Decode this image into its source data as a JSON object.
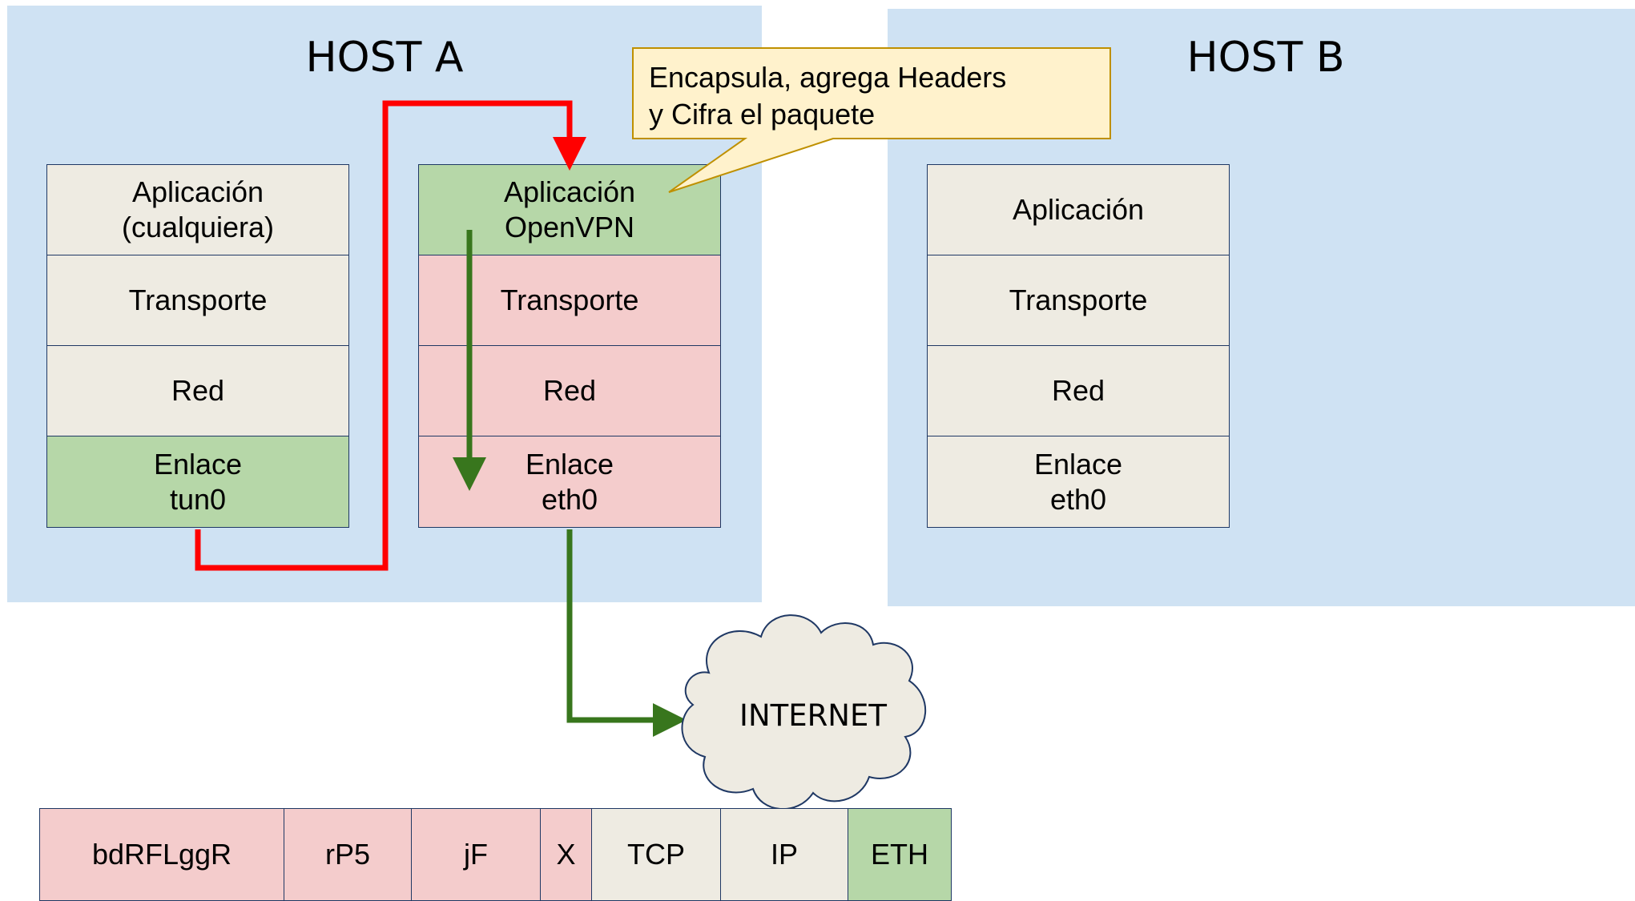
{
  "host_a": {
    "title": "HOST A",
    "stack_app": [
      {
        "label": "Aplicación\n(cualquiera)",
        "color": "#eeebe2"
      },
      {
        "label": "Transporte",
        "color": "#eeebe2"
      },
      {
        "label": "Red",
        "color": "#eeebe2"
      },
      {
        "label": "Enlace\ntun0",
        "color": "#b6d7a8"
      }
    ],
    "stack_vpn": [
      {
        "label": "Aplicación\nOpenVPN",
        "color": "#b6d7a8"
      },
      {
        "label": "Transporte",
        "color": "#f4cccc"
      },
      {
        "label": "Red",
        "color": "#f4cccc"
      },
      {
        "label": "Enlace\neth0",
        "color": "#f4cccc"
      }
    ]
  },
  "host_b": {
    "title": "HOST B",
    "stack": [
      {
        "label": "Aplicación",
        "color": "#eeebe2"
      },
      {
        "label": "Transporte",
        "color": "#eeebe2"
      },
      {
        "label": "Red",
        "color": "#eeebe2"
      },
      {
        "label": "Enlace\neth0",
        "color": "#eeebe2"
      }
    ]
  },
  "callout": {
    "line1": "Encapsula, agrega Headers",
    "line2": "y Cifra el paquete"
  },
  "cloud": {
    "label": "INTERNET"
  },
  "packet": [
    {
      "label": "bdRFLggR",
      "color": "#f4cccc"
    },
    {
      "label": "rP5",
      "color": "#f4cccc"
    },
    {
      "label": "jF",
      "color": "#f4cccc"
    },
    {
      "label": "X",
      "color": "#f4cccc"
    },
    {
      "label": "TCP",
      "color": "#eeebe2"
    },
    {
      "label": "IP",
      "color": "#eeebe2"
    },
    {
      "label": "ETH",
      "color": "#b6d7a8"
    }
  ],
  "colors": {
    "host_bg": "#cfe2f3",
    "red_path": "#ff0000",
    "green_path": "#38761d",
    "callout_fill": "#fff2cc",
    "callout_border": "#bf9000",
    "cloud_fill": "#eeebe2",
    "border": "#1f3864"
  }
}
